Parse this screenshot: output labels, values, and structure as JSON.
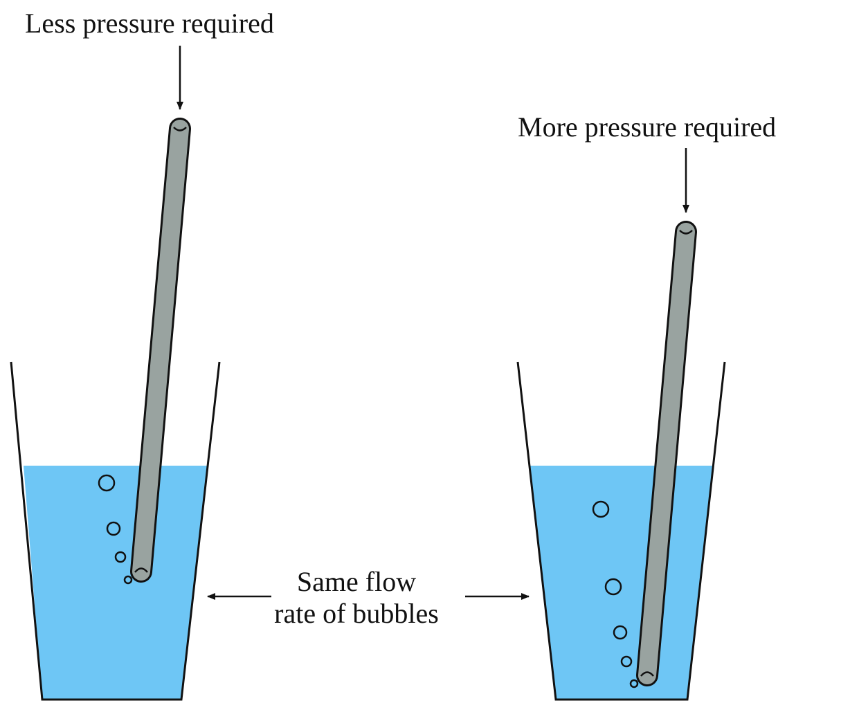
{
  "labels": {
    "left_top": "Less pressure required",
    "right_top": "More pressure required",
    "middle_line1": "Same flow",
    "middle_line2": "rate of bubbles"
  },
  "colors": {
    "water": "#6ec6f5",
    "tube": "#99a3a0",
    "outline": "#111111"
  }
}
